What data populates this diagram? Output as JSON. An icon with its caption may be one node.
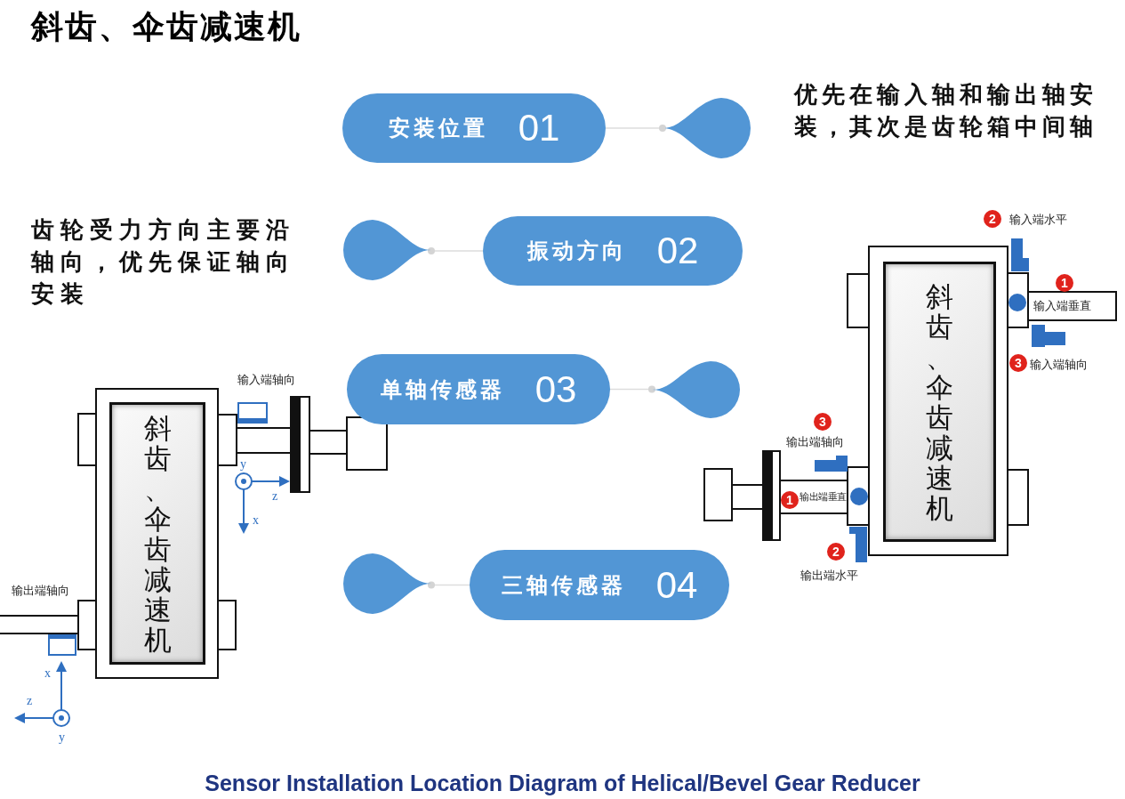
{
  "diagram": {
    "title": "斜齿、伞齿减速机",
    "caption": "Sensor Installation Location Diagram of Helical/Bevel Gear Reducer",
    "nodes": [
      {
        "text": [
          "安装位置",
          "01"
        ]
      },
      {
        "text": [],
        "shape": "drop"
      },
      {
        "text": [
          "振动方向",
          "02"
        ]
      },
      {
        "text": [],
        "shape": "drop"
      },
      {
        "text": [
          "单轴传感器",
          "03"
        ]
      },
      {
        "text": [],
        "shape": "drop"
      },
      {
        "text": [
          "三轴传感器",
          "04"
        ]
      },
      {
        "text": [],
        "shape": "drop"
      },
      {
        "text": [
          "斜齿、伞齿减速机"
        ]
      },
      {
        "text": [
          "斜齿、伞齿减速机"
        ]
      }
    ],
    "edges": [
      {
        "from": 0,
        "to": 1,
        "arrow": "other"
      },
      {
        "from": 2,
        "to": 3,
        "arrow": "other"
      },
      {
        "from": 4,
        "to": 5,
        "arrow": "other"
      },
      {
        "from": 6,
        "to": 7,
        "arrow": "other"
      }
    ],
    "labels": [
      "优先在输入轴和输出轴安装，其次是齿轮箱中间轴",
      "齿轮受力方向主要沿轴向，优先保证轴向安装",
      "2",
      "输入端水平",
      "1",
      "输入端垂直",
      "3",
      "输入端轴向",
      "输入端轴向",
      "y",
      "z",
      "x",
      "3",
      "输出端轴向",
      "1",
      "输出端垂直",
      "2",
      "输出端水平",
      "输出端轴向",
      "x",
      "z",
      "y"
    ]
  }
}
